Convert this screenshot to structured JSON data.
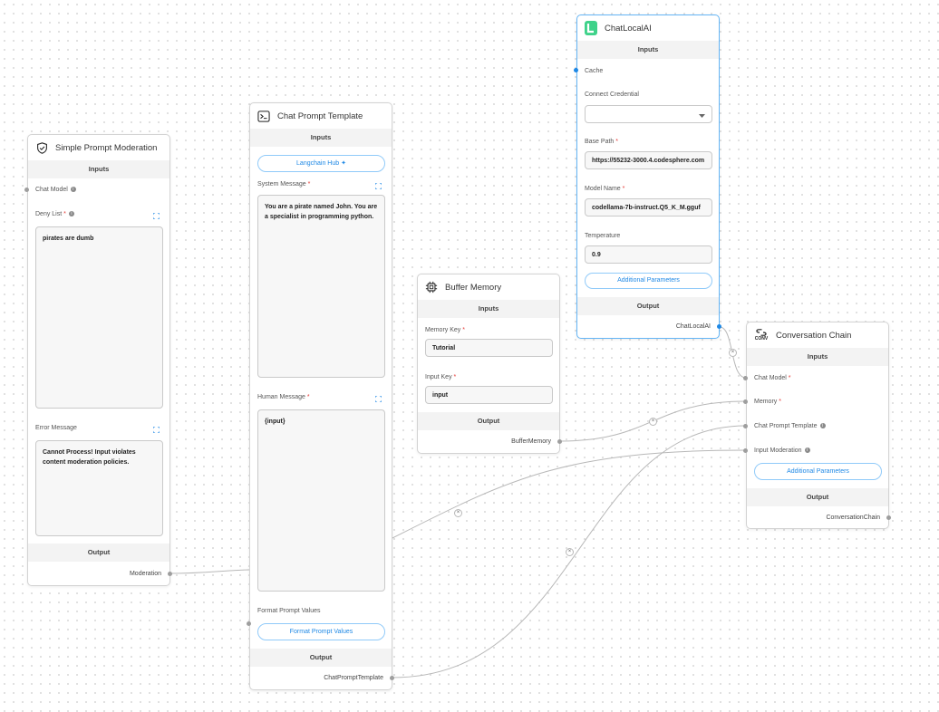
{
  "colors": {
    "accent": "#1e88e5",
    "required": "#e53935",
    "selected_border": "#64b5f6"
  },
  "nodes": {
    "moderation": {
      "title": "Simple Prompt Moderation",
      "icon": "shield-check-icon",
      "inputs_label": "Inputs",
      "chat_model_label": "Chat Model",
      "deny_list_label": "Deny List",
      "deny_list_value": "pirates are dumb",
      "error_message_label": "Error Message",
      "error_message_value": "Cannot Process! Input violates content moderation policies.",
      "output_label": "Output",
      "output_name": "Moderation"
    },
    "chat_prompt": {
      "title": "Chat Prompt Template",
      "icon": "terminal-icon",
      "inputs_label": "Inputs",
      "hub_button": "Langchain Hub",
      "system_label": "System Message",
      "system_value": "You are a pirate named John. You are a specialist in programming python.",
      "human_label": "Human Message",
      "human_value": "{input}",
      "format_label": "Format Prompt Values",
      "format_button": "Format Prompt Values",
      "output_label": "Output",
      "output_name": "ChatPromptTemplate"
    },
    "buffer": {
      "title": "Buffer Memory",
      "icon": "chip-icon",
      "inputs_label": "Inputs",
      "memory_key_label": "Memory Key",
      "memory_key_value": "Tutorial",
      "input_key_label": "Input Key",
      "input_key_value": "input",
      "output_label": "Output",
      "output_name": "BufferMemory"
    },
    "localai": {
      "title": "ChatLocalAI",
      "icon": "localai-logo-icon",
      "inputs_label": "Inputs",
      "cache_label": "Cache",
      "credential_label": "Connect Credential",
      "credential_value": "",
      "base_path_label": "Base Path",
      "base_path_value": "https://55232-3000.4.codesphere.com",
      "model_name_label": "Model Name",
      "model_name_value": "codellama-7b-instruct.Q5_K_M.gguf",
      "temperature_label": "Temperature",
      "temperature_value": "0.9",
      "additional_button": "Additional Parameters",
      "output_label": "Output",
      "output_name": "ChatLocalAI"
    },
    "conversation": {
      "title": "Conversation Chain",
      "icon": "conv-chain-icon",
      "icon_text": "CONV",
      "inputs_label": "Inputs",
      "chat_model_label": "Chat Model",
      "memory_label": "Memory",
      "prompt_label": "Chat Prompt Template",
      "moderation_label": "Input Moderation",
      "additional_button": "Additional Parameters",
      "output_label": "Output",
      "output_name": "ConversationChain"
    }
  },
  "labels": {
    "required_mark": "*",
    "info_mark": "i",
    "edge_delete_mark": "×"
  }
}
